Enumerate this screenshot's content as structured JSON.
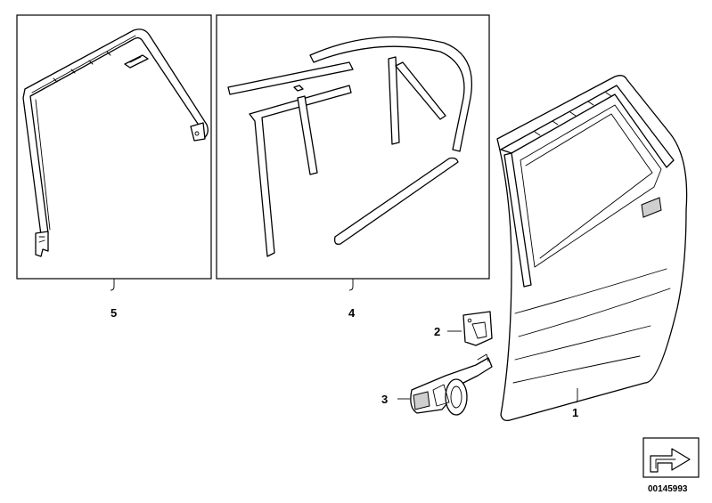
{
  "callouts": {
    "part1": "1",
    "part2": "2",
    "part3": "3",
    "part4": "4",
    "part5": "5"
  },
  "reference_number": "00145993",
  "icons": {
    "direction_badge": "arrow-badge-icon"
  }
}
